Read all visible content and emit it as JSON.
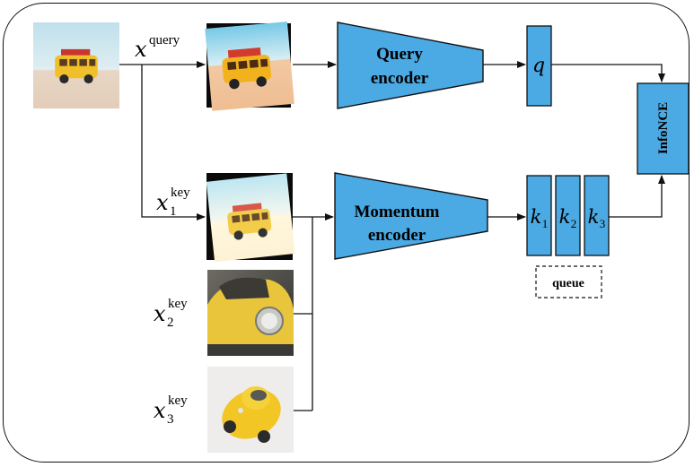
{
  "labels": {
    "x_query": "x",
    "x_query_sup": "query",
    "x_key": "x",
    "x_key_sup": "key",
    "sub_1": "1",
    "sub_2": "2",
    "sub_3": "3"
  },
  "nodes": {
    "query_encoder": [
      "Query",
      "encoder"
    ],
    "momentum_encoder": [
      "Momentum",
      "encoder"
    ],
    "q": "q",
    "k1": "k",
    "k2": "k",
    "k3": "k",
    "infonce": "InfoNCE",
    "queue": "queue"
  },
  "colors": {
    "box_fill": "#4ba9e3",
    "line": "#111111",
    "frame": "#111111",
    "bus_yellow": "#f0c02a",
    "car_yellow": "#e8c53a"
  },
  "images": {
    "source_bus": "toy-bus-icon",
    "query_crop": "toy-bus-augmented-icon",
    "key1_crop": "toy-bus-faded-icon",
    "key2": "yellow-car-headlight-icon",
    "key3": "yellow-toy-car-icon"
  }
}
